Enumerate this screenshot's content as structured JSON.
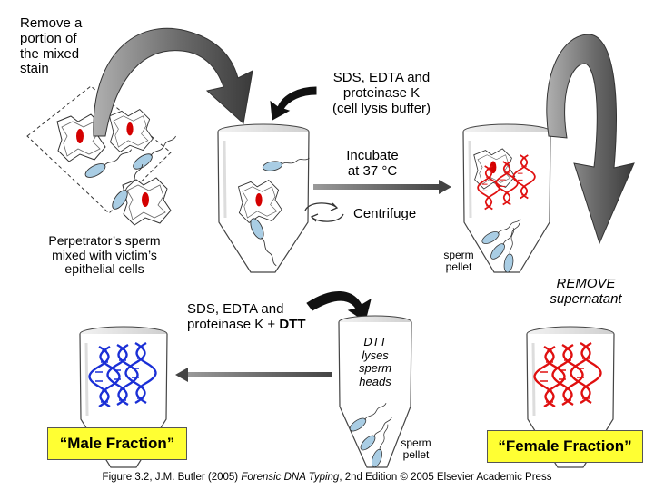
{
  "labels": {
    "remove_portion": "Remove a\nportion of\nthe mixed\nstain",
    "lysis_buffer": "SDS, EDTA and\nproteinase K\n(cell lysis buffer)",
    "incubate": "Incubate\nat 37 °C",
    "centrifuge": "Centrifuge",
    "perpetrator": "Perpetrator’s sperm\nmixed with victim’s\nepithelial cells",
    "sperm_pellet_top": "sperm\npellet",
    "remove_supernatant": "REMOVE\nsupernatant",
    "sds_dtt": "SDS, EDTA and\nproteinase K + ",
    "dtt_bold": "DTT",
    "dtt_lyses": "DTT\nlyses\nsperm\nheads",
    "sperm_pellet_bottom": "sperm\npellet",
    "male_fraction": "“Male Fraction”",
    "female_fraction": "“Female Fraction”"
  },
  "caption": {
    "prefix": "Figure 3.2, J.M. Butler (2005) ",
    "book": "Forensic DNA Typing",
    "suffix": ", 2nd Edition © 2005 Elsevier Academic Press"
  },
  "colors": {
    "male_dna": "#1a2fd6",
    "female_dna": "#e01010",
    "nucleus": "#d40000",
    "sperm_head": "#a9cde4",
    "highlight": "#ffff33"
  }
}
